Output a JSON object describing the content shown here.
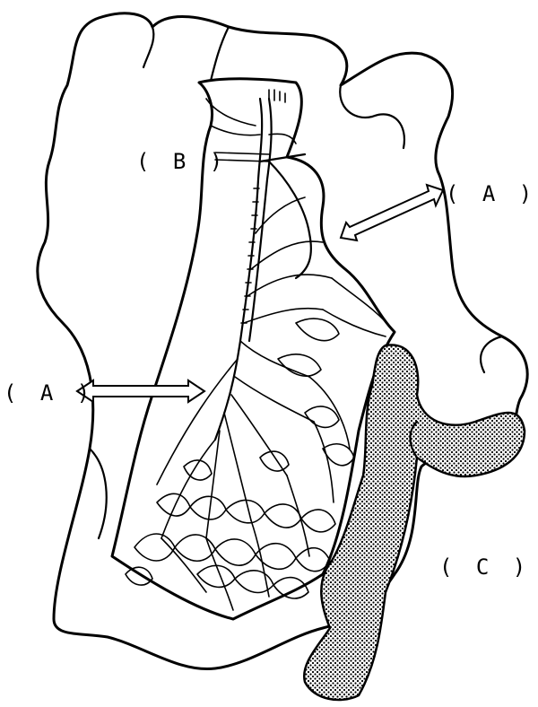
{
  "figure": {
    "labels": {
      "a_right": "( A )",
      "a_left": "( A )",
      "b": "( B )",
      "c": "( C )"
    },
    "colors": {
      "line": "#000000",
      "background": "#ffffff",
      "stipple": "#000000"
    }
  }
}
